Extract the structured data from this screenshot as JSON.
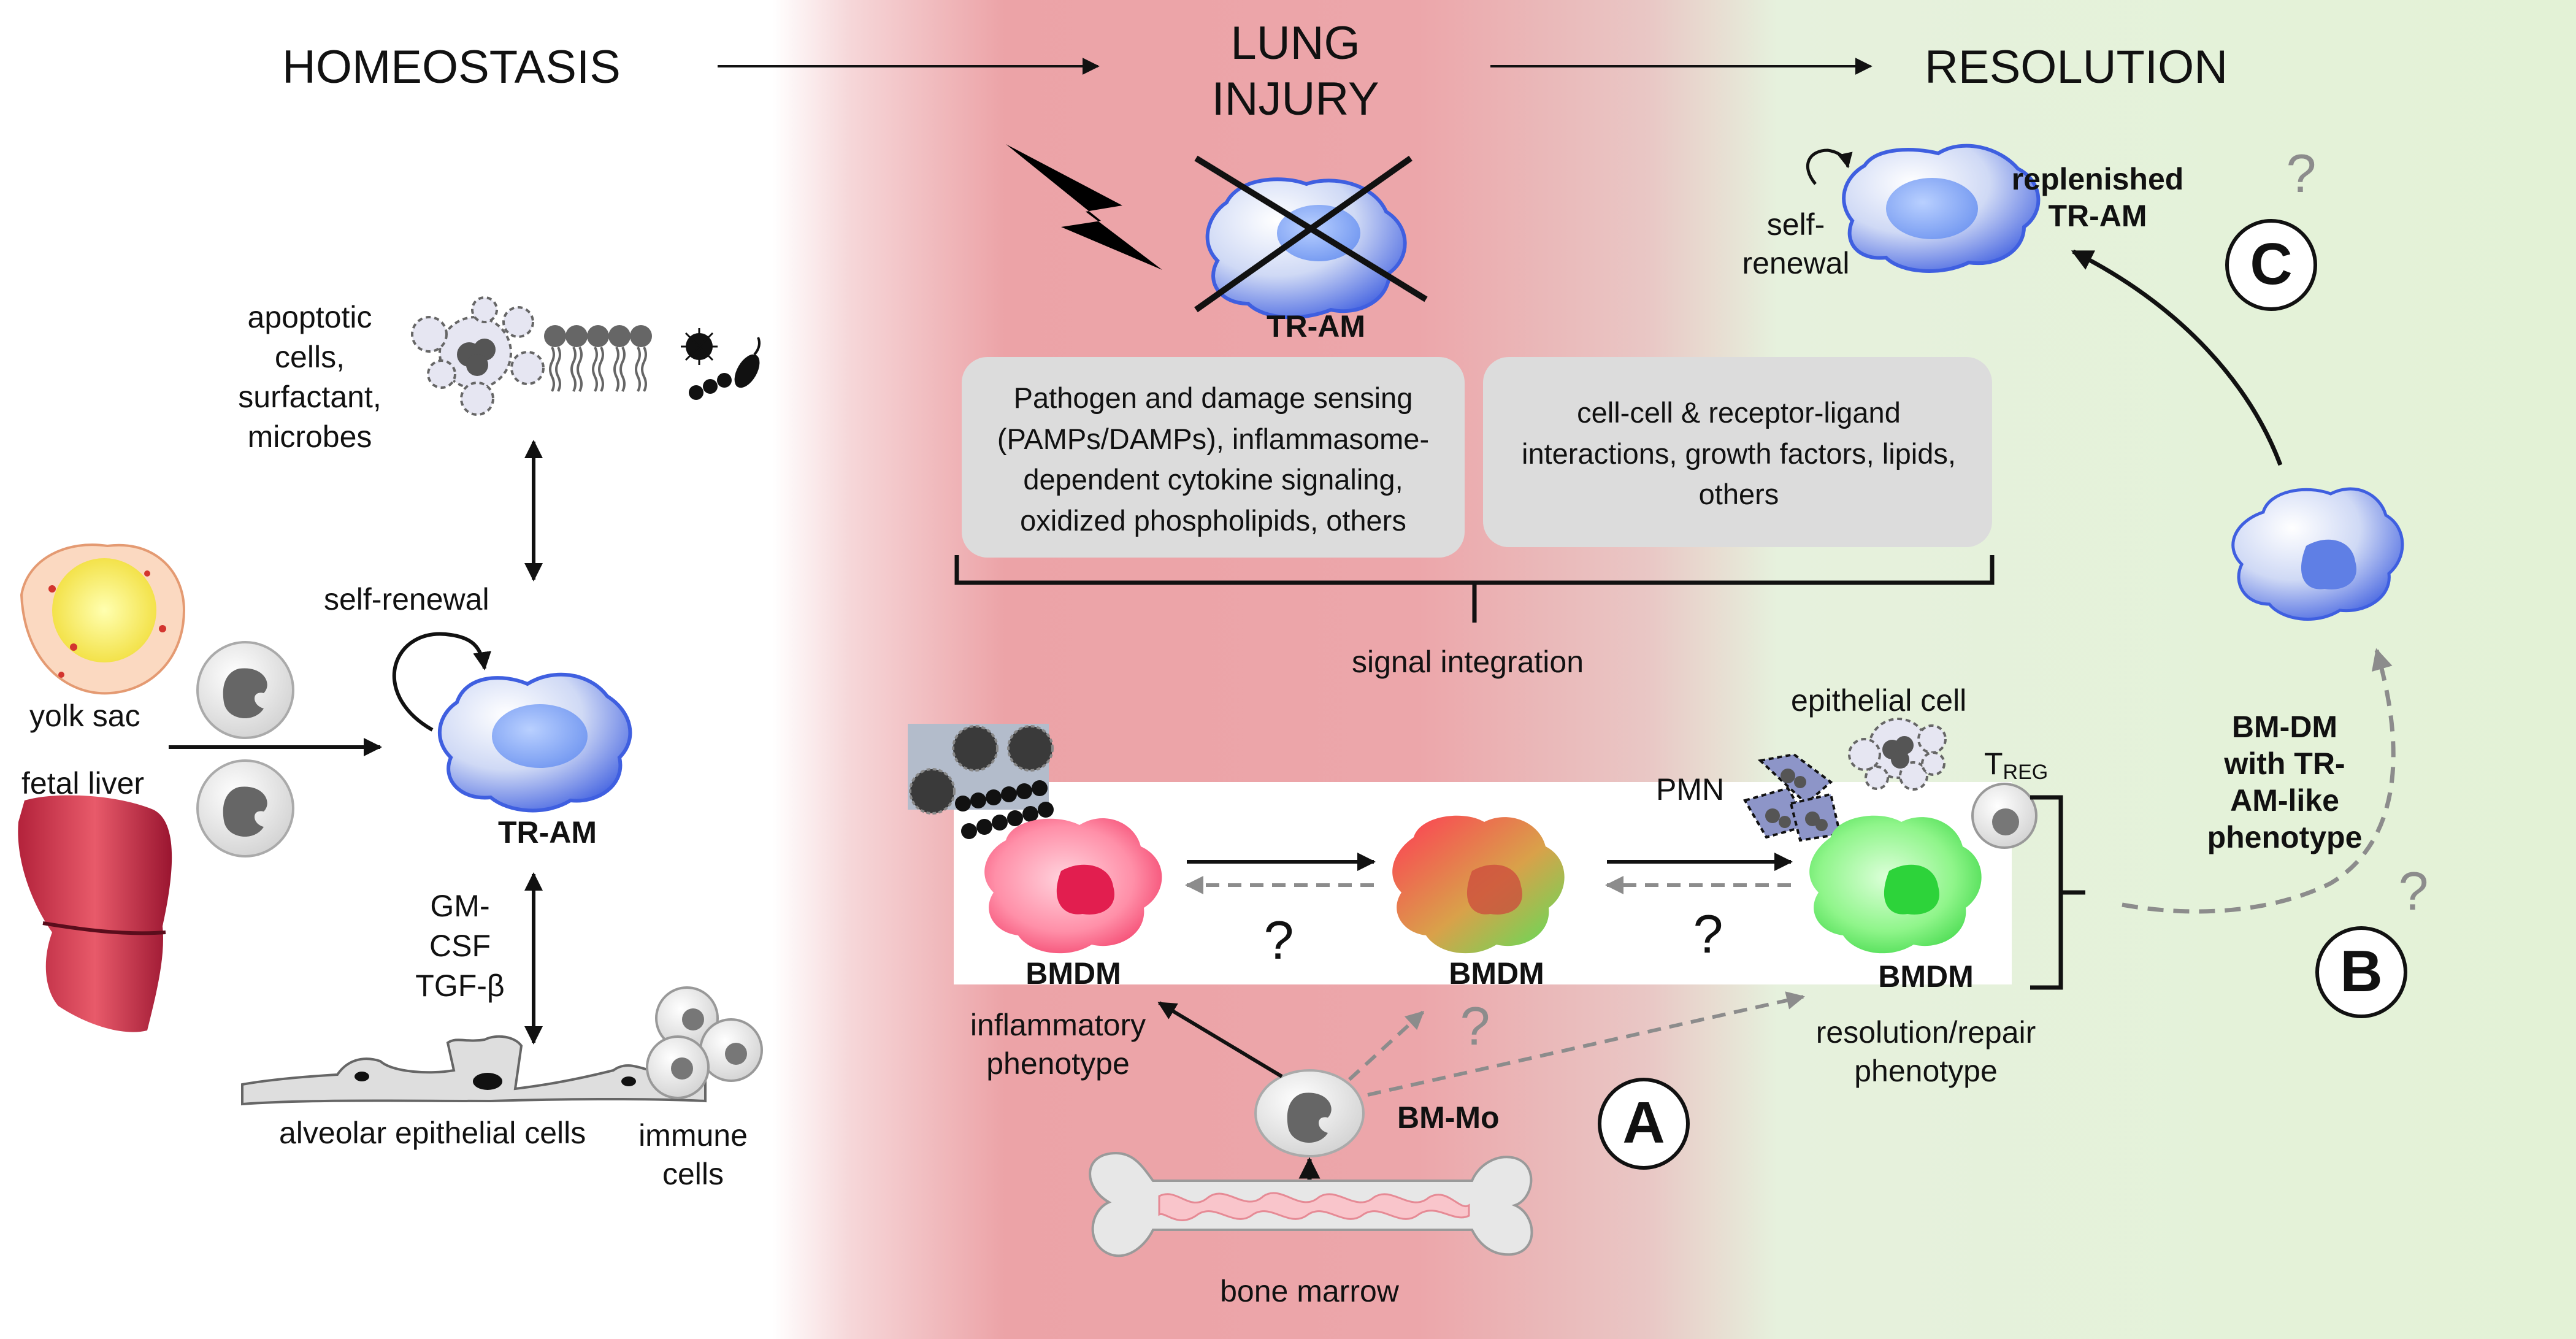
{
  "stages": {
    "homeostasis": "HOMEOSTASIS",
    "injury": "LUNG\nINJURY",
    "resolution": "RESOLUTION"
  },
  "homeostasis_panel": {
    "inputs": "apoptotic\ncells,\nsurfactant,\nmicrobes",
    "self_renewal": "self-renewal",
    "yolk_sac": "yolk sac",
    "fetal_liver": "fetal liver",
    "tram": "TR-AM",
    "cytokines": "GM-\nCSF\nTGF-β",
    "epithelial": "alveolar epithelial cells",
    "immune": "immune\ncells"
  },
  "injury_panel": {
    "tram": "TR-AM",
    "box_left": "Pathogen and damage sensing (PAMPs/DAMPs), inflammasome-dependent cytokine signaling, oxidized phospholipids, others",
    "box_right": "cell-cell & receptor-ligand interactions, growth factors, lipids, others",
    "signal_integration": "signal integration",
    "bmdm": "BMDM",
    "inflammatory": "inflammatory\nphenotype",
    "bm_mo": "BM-Mo",
    "bone_marrow": "bone marrow",
    "label_a": "A",
    "question": "?"
  },
  "resolution_panel": {
    "self_renewal": "self-\nrenewal",
    "replenished": "replenished\nTR-AM",
    "label_c": "C",
    "epithelial_cell": "epithelial cell",
    "pmn": "PMN",
    "treg_main": "T",
    "treg_sub": "REG",
    "bmdm": "BMDM",
    "repair": "resolution/repair\nphenotype",
    "bmdm_like": "BM-DM\nwith TR-\nAM-like\nphenotype",
    "label_b": "B",
    "question": "?"
  },
  "colors": {
    "injury_red": "#eca3a7",
    "resolution_green": "#e3f2d6",
    "tram_blue": "#3f5fe0",
    "inflammatory_pink": "#f5507a",
    "repair_green": "#54e35c",
    "panel_gray": "#dcdcdc"
  },
  "icons": [
    "lightning-icon",
    "cross-icon",
    "bacteria-icon",
    "bone-icon",
    "liver-icon"
  ]
}
